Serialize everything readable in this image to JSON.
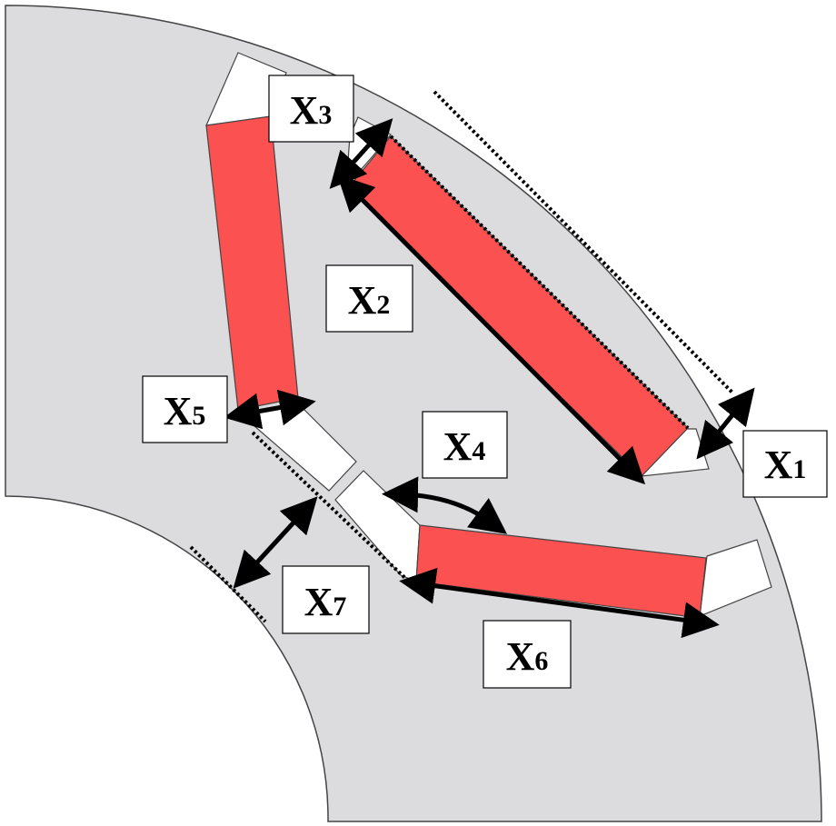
{
  "colors": {
    "core": "#dcdcdf",
    "magnet": "#fb5151",
    "slot": "#ffffff",
    "outline": "#444444"
  },
  "labels": [
    {
      "id": "x1",
      "main": "X",
      "sub": "1"
    },
    {
      "id": "x2",
      "main": "X",
      "sub": "2"
    },
    {
      "id": "x3",
      "main": "X",
      "sub": "3"
    },
    {
      "id": "x4",
      "main": "X",
      "sub": "4"
    },
    {
      "id": "x5",
      "main": "X",
      "sub": "5"
    },
    {
      "id": "x6",
      "main": "X",
      "sub": "6"
    },
    {
      "id": "x7",
      "main": "X",
      "sub": "7"
    }
  ]
}
